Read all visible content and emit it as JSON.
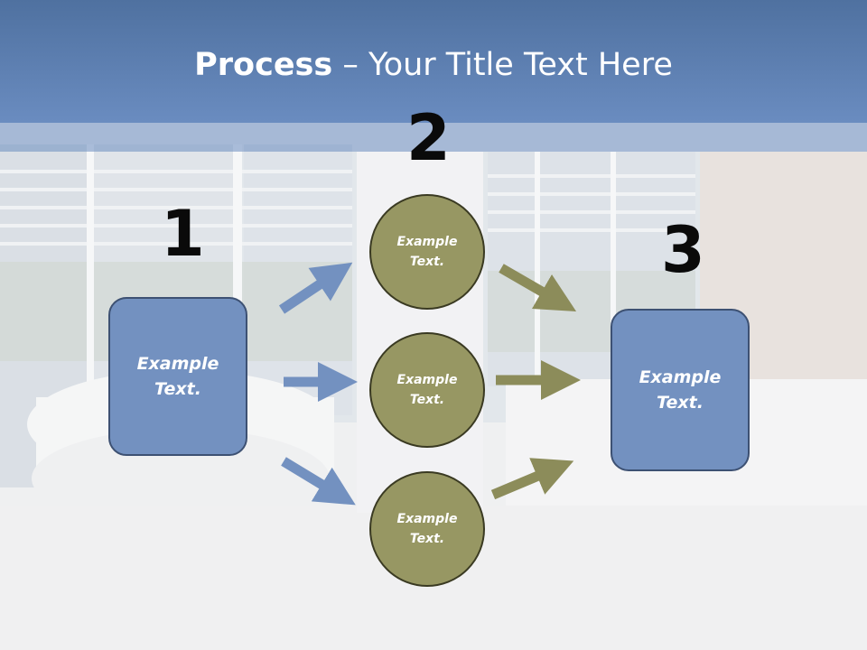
{
  "title": {
    "bold": "Process",
    "rest": " – Your Title Text Here"
  },
  "steps": {
    "one": "1",
    "two": "2",
    "three": "3"
  },
  "left_box": {
    "line1": "Example",
    "line2": "Text."
  },
  "right_box": {
    "line1": "Example",
    "line2": "Text."
  },
  "circles": [
    {
      "line1": "Example",
      "line2": "Text."
    },
    {
      "line1": "Example",
      "line2": "Text."
    },
    {
      "line1": "Example",
      "line2": "Text."
    }
  ],
  "colors": {
    "header": "#5a7cae",
    "box_fill": "#7391c0",
    "circle_fill": "#979763",
    "arrow_blue": "#7391c0",
    "arrow_olive": "#8c8c5a"
  }
}
